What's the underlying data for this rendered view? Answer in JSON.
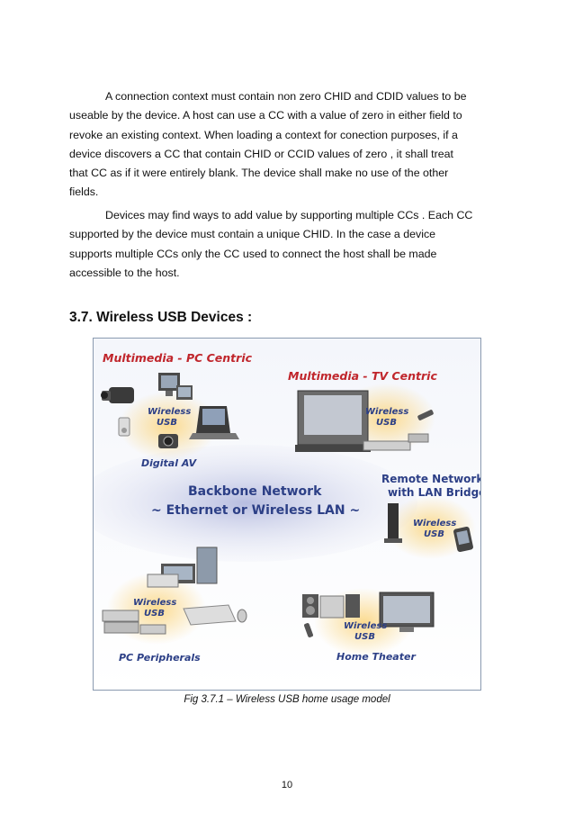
{
  "paragraphs": [
    {
      "lines": [
        "A connection context must contain non zero CHID and CDID values to be",
        "useable by the device. A host can use a CC with a value of zero in either field to",
        "revoke an existing context. When loading a context for conection purposes, if a",
        "device discovers a CC that contain CHID or CCID values of zero , it shall treat",
        "that CC as if it were entirely blank. The device shall make no use of the other",
        "fields."
      ]
    },
    {
      "lines": [
        "Devices may find ways to add value by supporting multiple CCs . Each CC",
        "supported by the device must contain a unique CHID. In the case a device",
        "supports multiple CCs only the CC used to connect the host shall be made",
        "accessible to the host."
      ]
    }
  ],
  "section_heading": "3.7. Wireless USB Devices :",
  "figure": {
    "multimedia_pc": "Multimedia - PC Centric",
    "multimedia_tv": "Multimedia - TV Centric",
    "wireless": "Wireless",
    "usb": "USB",
    "digital_av": "Digital AV",
    "backbone_line1": "Backbone Network",
    "backbone_line2": "~ Ethernet or Wireless LAN ~",
    "remote_line1": "Remote Network",
    "remote_line2": "with LAN Bridge",
    "pc_peripherals": "PC Peripherals",
    "home_theater": "Home Theater",
    "colors": {
      "title_red": "#c0262c",
      "label_blue": "#2c3f86",
      "ellipse": "#c9cde6"
    }
  },
  "caption": "Fig 3.7.1 – Wireless USB home usage model",
  "page_number": "10"
}
